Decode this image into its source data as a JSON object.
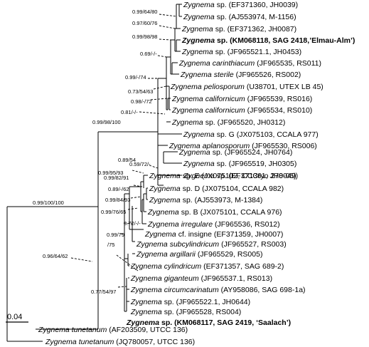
{
  "tree": {
    "leaves": [
      {
        "genus": "Zygnema",
        "epithet": "sp.",
        "info": "(EF371360, JH0039)",
        "bold": false
      },
      {
        "genus": "Zygnema",
        "epithet": "sp.",
        "info": "(AJ553974, M-1156)",
        "bold": false
      },
      {
        "genus": "Zygnema",
        "epithet": "sp.",
        "info": "(EF371362, JH0087)",
        "bold": false
      },
      {
        "genus": "Zygnema",
        "epithet": "sp.",
        "info": "(KM068118, SAG 2418,’Elmau-Alm’)",
        "bold": true
      },
      {
        "genus": "Zygnema",
        "epithet": "sp.",
        "info": "(JF965521.1, JH0453)",
        "bold": false
      },
      {
        "genus": "Zygnema",
        "epithet": "carinthiacum",
        "info": "(JF965535, RS011)",
        "bold": false
      },
      {
        "genus": "Zygnema",
        "epithet": "sterile",
        "info": "(JF965526, RS002)",
        "bold": false
      },
      {
        "genus": "Zygnema",
        "epithet": "peliosporum",
        "info": "(U38701, UTEX LB 45)",
        "bold": false
      },
      {
        "genus": "Zygnema",
        "epithet": "californicum",
        "info": "(JF965539, RS016)",
        "bold": false
      },
      {
        "genus": "Zygnema",
        "epithet": "californicum",
        "info": "(JF965534, RS010)",
        "bold": false
      },
      {
        "genus": "Zygnema",
        "epithet": "sp.",
        "info": "(JF965520, JH0312)",
        "bold": false
      },
      {
        "genus": "Zygnema",
        "epithet": "sp. G",
        "info": "(JX075103, CCALA 977)",
        "bold": false
      },
      {
        "genus": "Zygnema",
        "epithet": "aplanosporum",
        "info": "(JF965530, RS006)",
        "bold": false
      },
      {
        "genus": "Zygnema",
        "epithet": "sp.",
        "info": "(JF965524, JH0764)",
        "bold": false
      },
      {
        "genus": "Zygnema",
        "epithet": "sp.",
        "info": "(JF965519, JH0305)",
        "bold": false
      },
      {
        "genus": "Zygnema",
        "epithet": "sp.",
        "info": "(EF371361, JH0049)",
        "bold": false
      },
      {
        "genus": "Zygnema",
        "epithet": "sp. E",
        "info": "(JX075102, CCCryo 278-06)",
        "bold": false
      },
      {
        "genus": "Zygnema",
        "epithet": "sp. D",
        "info": "(JX075104, CCALA 982)",
        "bold": false
      },
      {
        "genus": "Zygnema",
        "epithet": "sp.",
        "info": "(AJ553973, M-1384)",
        "bold": false
      },
      {
        "genus": "Zygnema",
        "epithet": "sp. B",
        "info": "(JX075101, CCALA 976)",
        "bold": false
      },
      {
        "genus": "Zygnema",
        "epithet": "irregulare",
        "info": "(JF965536, RS012)",
        "bold": false
      },
      {
        "genus": "Zygnema",
        "epithet": "cf. insigne",
        "info": "(EF371359, JH0007)",
        "bold": false
      },
      {
        "genus": "Zygnema",
        "epithet": "subcylindricum",
        "info": "(JF965527, RS003)",
        "bold": false
      },
      {
        "genus": "Zygnema",
        "epithet": "argillarii",
        "info": "(JF965529, RS005)",
        "bold": false
      },
      {
        "genus": "Zygnema",
        "epithet": "cylindricum",
        "info": "(EF371357, SAG 689-2)",
        "bold": false
      },
      {
        "genus": "Zygnema",
        "epithet": "giganteum",
        "info": "(JF965537.1, RS013)",
        "bold": false
      },
      {
        "genus": "Zygnema",
        "epithet": "circumcarinatum",
        "info": "(AY958086, SAG 698-1a)",
        "bold": false
      },
      {
        "genus": "Zygnema",
        "epithet": "sp.",
        "info": "(JF965522.1, JH0644)",
        "bold": false
      },
      {
        "genus": "Zygnema",
        "epithet": "sp.",
        "info": "(JF965528, RS004)",
        "bold": false
      },
      {
        "genus": "Zygnema",
        "epithet": "sp.",
        "info": "(KM068117, SAG 2419, ‘Saalach’)",
        "bold": true
      },
      {
        "genus": "Zygnema",
        "epithet": "tunetanum",
        "info": "(AF203509, UTCC 136)",
        "bold": false
      },
      {
        "genus": "Zygnema",
        "epithet": "tunetanum",
        "info": "(JQ780057, UTCC 136)",
        "bold": false
      }
    ],
    "support": [
      "0.99/64/80",
      "0.97/60/76",
      "0.99/98/98",
      "0.69/-/-",
      "0.99/-/74",
      "0.73/54/63",
      "0.98/-/72",
      "0.81/-/-",
      "0.99/98/100",
      "0.89/54",
      "0.99/95/93",
      "0.59/72/-",
      "0.99/100/100",
      "0.99/82/91",
      "0.89/-/62",
      "0.99/84/93",
      "0.99/76/65",
      "0.72/-/-",
      "0.99/79",
      "/75",
      "0.96/64/62",
      "0.77/54/97"
    ],
    "scale_label": "0.04"
  }
}
